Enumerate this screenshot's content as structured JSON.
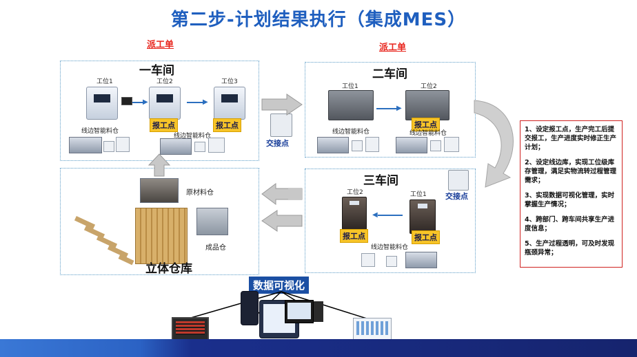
{
  "title": "第二步-计划结果执行（集成MES）",
  "dispatch_order": "派工单",
  "workshop1": {
    "name": "一车间",
    "stations": [
      "工位1",
      "工位2",
      "工位3"
    ],
    "storage_labels": [
      "线边智能料仓",
      "线边智能料仓"
    ],
    "report_points": [
      "报工点",
      "报工点"
    ]
  },
  "workshop2": {
    "name": "二车间",
    "stations": [
      "工位1",
      "工位2"
    ],
    "storage_labels": [
      "线边智能料仓",
      "线边智能料仓"
    ],
    "report_point": "报工点"
  },
  "workshop3": {
    "name": "三车间",
    "stations": [
      "工位2",
      "工位1"
    ],
    "report_points": [
      "报工点",
      "报工点"
    ],
    "storage_label": "线边智能料仓"
  },
  "handover_point": "交接点",
  "warehouse": {
    "name": "立体仓库",
    "raw_material": "原材料仓",
    "finished_goods": "成品仓"
  },
  "notes": [
    "1、设定报工点，生产完工后提交报工，生产进度实时修正生产计划；",
    "2、设定线边库，实现工位级库存管理，满足实物流转过程管理需求；",
    "3、实现数据可视化管理，实时掌握生产情况；",
    "4、跨部门、跨车间共享生产进度信息；",
    "5、生产过程透明，可及时发现瓶颈异常；"
  ],
  "visualization": "数据可视化",
  "colors": {
    "title": "#1f5fbf",
    "dispatch": "#e8231b",
    "tag_bg": "#f7c428",
    "panel_border": "#5a9bc6",
    "notes_border": "#d0211f",
    "viz_bg": "#1b4fa3"
  }
}
